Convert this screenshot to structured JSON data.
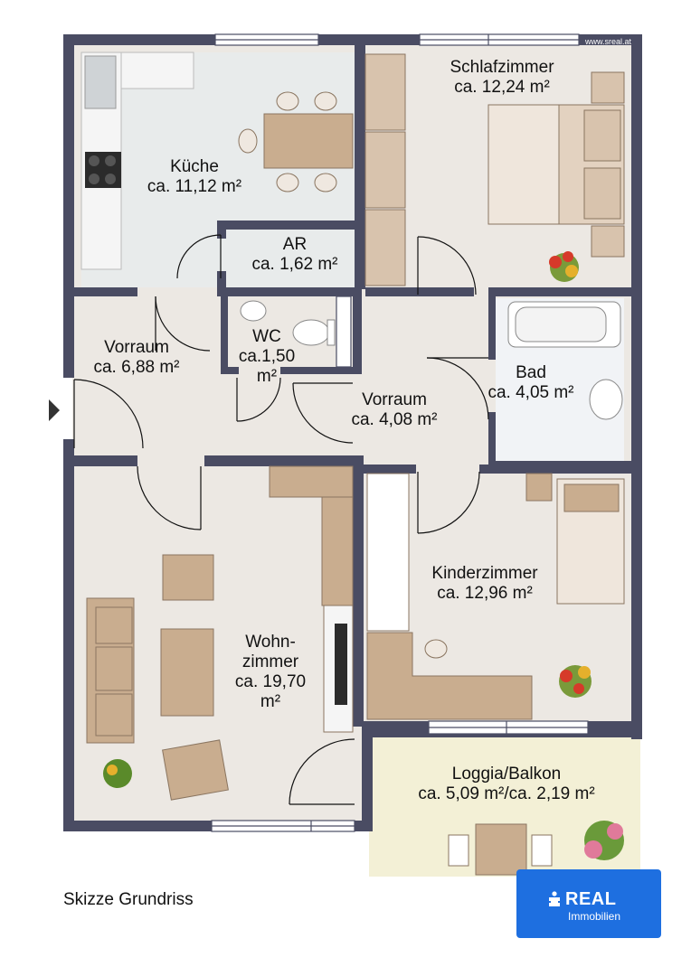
{
  "watermark": "www.sreal.at",
  "caption": "Skizze Grundriss",
  "brand": {
    "line1": "REAL",
    "line2": "Immobilien"
  },
  "rooms": {
    "kueche": [
      "Küche",
      "ca. 11,12 m²"
    ],
    "schlafzimmer": [
      "Schlafzimmer",
      "ca. 12,24 m²"
    ],
    "ar": [
      "AR",
      "ca. 1,62 m²"
    ],
    "wc": [
      "WC",
      "ca.1,50",
      "m²"
    ],
    "vorraum1": [
      "Vorraum",
      "ca. 6,88 m²"
    ],
    "vorraum2": [
      "Vorraum",
      "ca. 4,08 m²"
    ],
    "bad": [
      "Bad",
      "ca. 4,05 m²"
    ],
    "kinderzimmer": [
      "Kinderzimmer",
      "ca. 12,96 m²"
    ],
    "wohnzimmer": [
      "Wohn-",
      "zimmer",
      "ca. 19,70",
      "m²"
    ],
    "loggia": [
      "Loggia/Balkon",
      "ca. 5,09 m²/ca. 2,19 m²"
    ]
  },
  "colors": {
    "wall": "#4a4c63",
    "floor": "#ece8e3",
    "tile": "#e6e8e8",
    "furniture": "#c9ad8f",
    "brand": "#1e6fe0"
  }
}
